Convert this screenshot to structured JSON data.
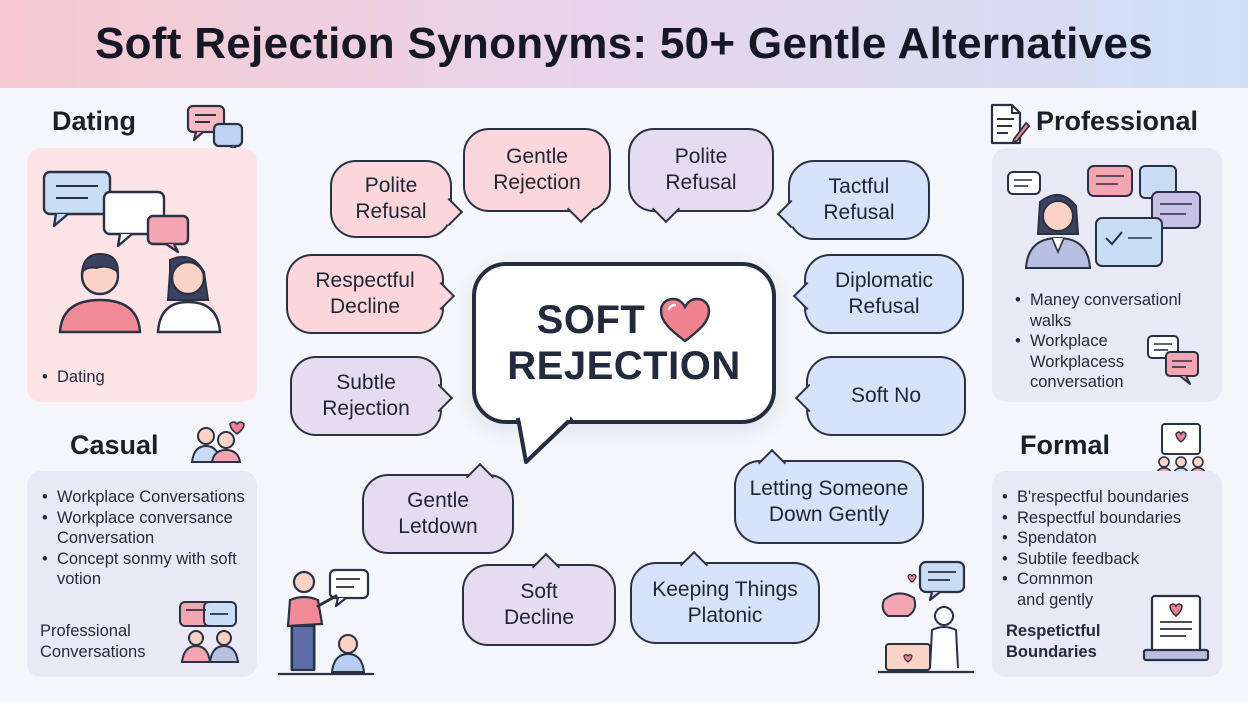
{
  "title": "Soft Rejection Synonyms: 50+ Gentle Alternatives",
  "colors": {
    "pink": "#fbd7dc",
    "lavender": "#e6dcef",
    "blue": "#d6e2f7",
    "heart": "#f0828f",
    "outline": "#2b3145"
  },
  "center": {
    "line1": "SOFT",
    "line2": "REJECTION",
    "icon": "heart-icon"
  },
  "bubbles": [
    {
      "line1": "Polite",
      "line2": "Refusal"
    },
    {
      "line1": "Gentle",
      "line2": "Rejection"
    },
    {
      "line1": "Polite",
      "line2": "Refusal"
    },
    {
      "line1": "Tactful",
      "line2": "Refusal"
    },
    {
      "line1": "Respectful",
      "line2": "Decline"
    },
    {
      "line1": "Diplomatic",
      "line2": "Refusal"
    },
    {
      "line1": "Subtle",
      "line2": "Rejection"
    },
    {
      "line1": "Soft No",
      "line2": ""
    },
    {
      "line1": "Gentle",
      "line2": "Letdown"
    },
    {
      "line1": "Letting Someone",
      "line2": "Down Gently"
    },
    {
      "line1": "Soft",
      "line2": "Decline"
    },
    {
      "line1": "Keeping Things",
      "line2": "Platonic"
    }
  ],
  "dating": {
    "heading": "Dating",
    "items": [
      "Dating"
    ],
    "icons": [
      "speech-bubbles-icon",
      "couple-chat-icon"
    ]
  },
  "casual": {
    "heading": "Casual",
    "items": [
      "Workplace Conversations",
      "Workplace conversance Conversation",
      "Concept sonmy with soft votion"
    ],
    "footer": "Professional Conversations",
    "icons": [
      "friends-heart-icon",
      "chat-people-icon",
      "presenter-icon"
    ]
  },
  "professional": {
    "heading": "Professional",
    "items": [
      "Maney conversationl walks",
      "Workplace Workplacess conversation"
    ],
    "icons": [
      "document-pen-icon",
      "businesswoman-chat-icon",
      "chat-bubbles-icon"
    ]
  },
  "formal": {
    "heading": "Formal",
    "items": [
      "B'respectful boundaries",
      "Respectful boundaries",
      "Spendaton",
      "Subtile feedback",
      "Comnmon and gently"
    ],
    "footer": "Respetictful Boundaries",
    "icons": [
      "meeting-board-icon",
      "certificate-icon",
      "person-laptop-icon"
    ]
  }
}
